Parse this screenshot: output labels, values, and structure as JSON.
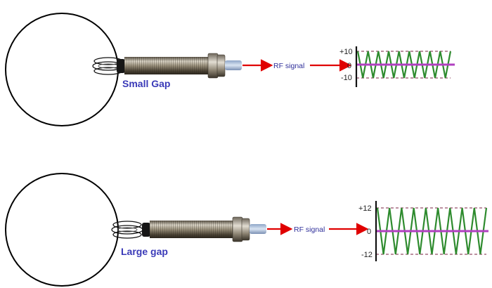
{
  "colors": {
    "background": "#ffffff",
    "target_outline": "#000000",
    "arrow": "#e00000",
    "label_text": "#3a3ab8",
    "rf_text": "#2f2f9a",
    "wave": "#2e8b2e",
    "baseline": "#b040c0",
    "limit_dash": "#7a2040",
    "axis": "#111111"
  },
  "panels": [
    {
      "gap_label": "Small Gap",
      "signal_label": "RF signal",
      "scope": {
        "top_label": "+10",
        "zero_label": "0",
        "bottom_label": "-10",
        "amplitude": 10,
        "cycles": 9
      }
    },
    {
      "gap_label": "Large gap",
      "signal_label": "RF signal",
      "scope": {
        "top_label": "+12",
        "zero_label": "0",
        "bottom_label": "-12",
        "amplitude": 12,
        "cycles": 9
      }
    }
  ]
}
